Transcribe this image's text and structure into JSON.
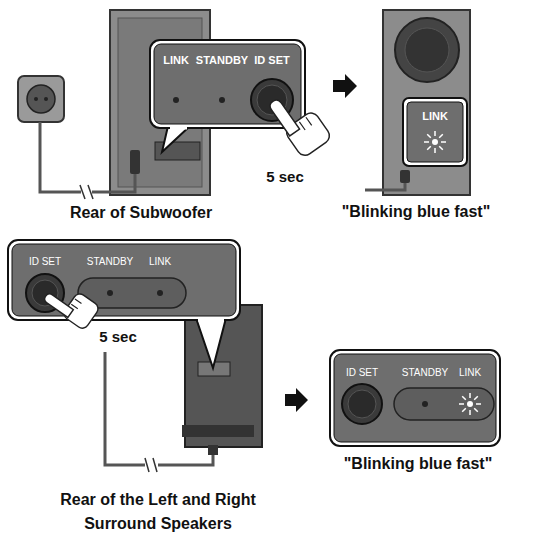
{
  "diagram": {
    "nodes": [
      {
        "text": [
          "LINK",
          "STANDBY",
          "ID SET"
        ]
      },
      {
        "text": [
          "LINK"
        ]
      },
      {
        "text": [
          "ID SET",
          "STANDBY",
          "LINK"
        ]
      },
      {
        "text": [
          "ID SET",
          "STANDBY",
          "LINK"
        ]
      }
    ],
    "labels": [
      "5 sec",
      "Rear of Subwoofer",
      "\"Blinking blue fast\"",
      "5 sec",
      "Rear of the Left and Right Surround Speakers",
      "\"Blinking blue fast\""
    ]
  }
}
